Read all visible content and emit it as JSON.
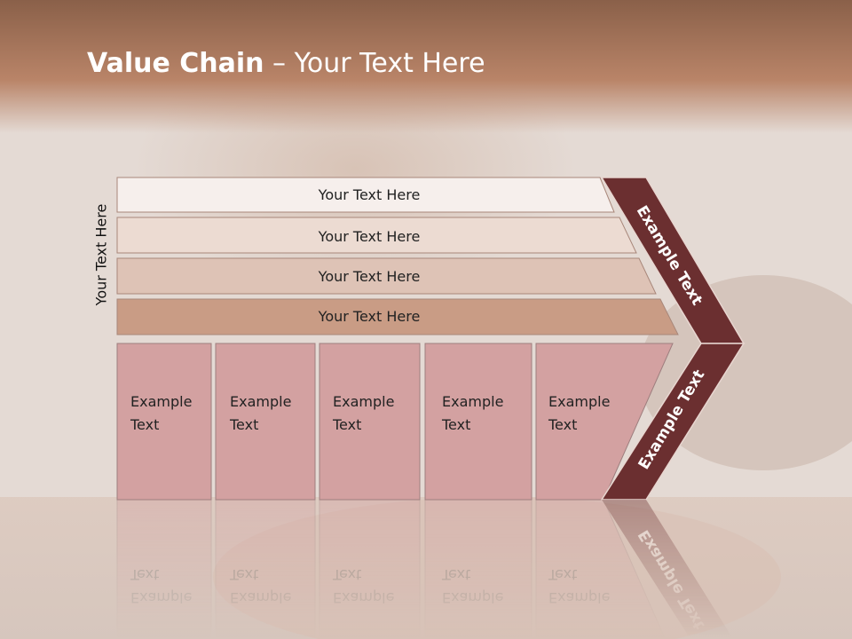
{
  "title": {
    "bold": "Value Chain",
    "rest": " – Your Text Here"
  },
  "side_label": "Your Text Here",
  "rows": [
    {
      "label": "Your Text Here",
      "fill": "#f6efec"
    },
    {
      "label": "Your Text Here",
      "fill": "#ecdbd2"
    },
    {
      "label": "Your Text Here",
      "fill": "#dec3b6"
    },
    {
      "label": "Your Text Here",
      "fill": "#c99c85"
    }
  ],
  "boxes": [
    {
      "line1": "Example",
      "line2": "Text"
    },
    {
      "line1": "Example",
      "line2": "Text"
    },
    {
      "line1": "Example",
      "line2": "Text"
    },
    {
      "line1": "Example",
      "line2": "Text"
    },
    {
      "line1": "Example",
      "line2": "Text"
    }
  ],
  "chevron_top_label": "Example Text",
  "chevron_bottom_label": "Example Text",
  "colors": {
    "header_band": "#a9745a",
    "box_fill": "#d3a1a1",
    "chevron_fill": "#6b2f30"
  }
}
